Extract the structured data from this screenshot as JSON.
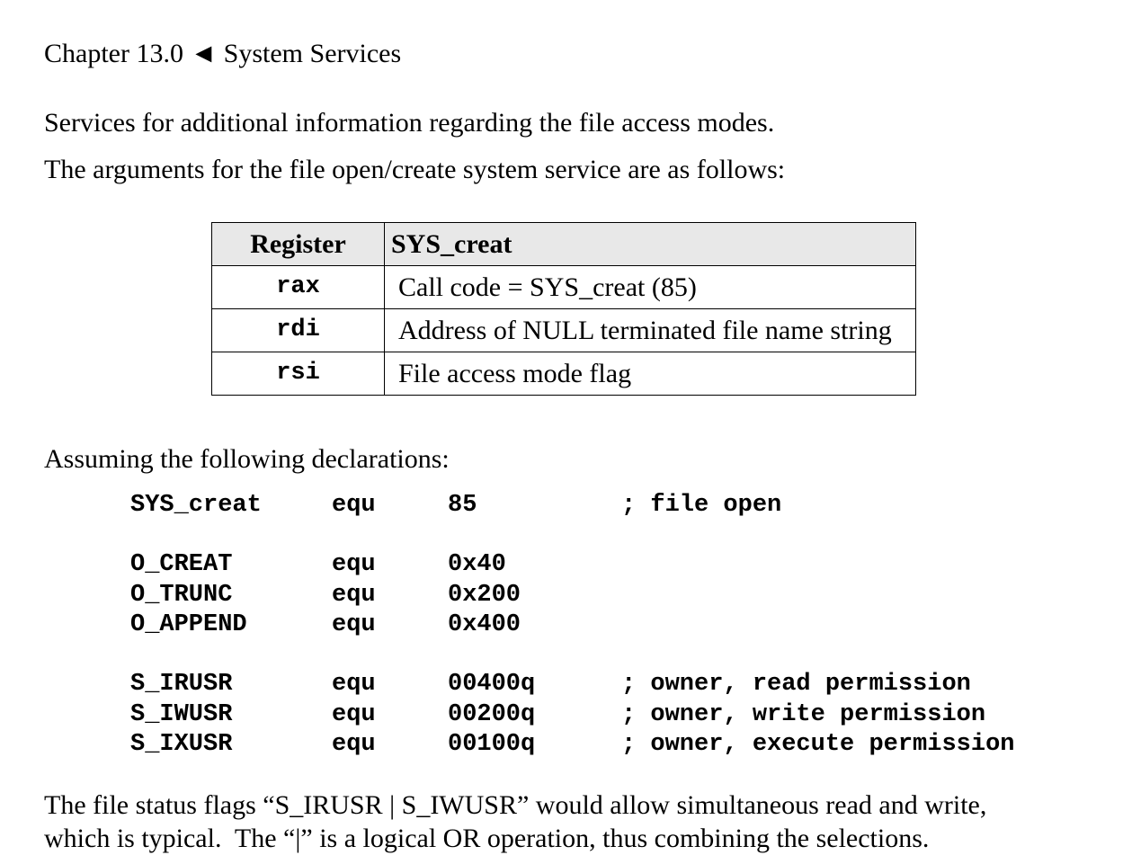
{
  "header": {
    "chapter": "Chapter 13.0",
    "arrow": "◄",
    "section": "System Services"
  },
  "paragraphs": {
    "p1": "Services for additional information regarding the file access modes.",
    "p2": "The arguments for the file open/create system service are as follows:",
    "p3": "Assuming the following declarations:",
    "p4_line1": "The file status flags “S_IRUSR | S_IWUSR” would allow simultaneous read and write,",
    "p4_line2": "which is typical.  The “|” is a logical OR operation, thus combining the selections."
  },
  "table": {
    "headers": [
      "Register",
      "SYS_creat"
    ],
    "rows": [
      {
        "register": "rax",
        "description": "Call code = SYS_creat (85)"
      },
      {
        "register": "rdi",
        "description": "Address of NULL terminated file name string"
      },
      {
        "register": "rsi",
        "description": "File access mode flag"
      }
    ]
  },
  "code": [
    {
      "name": "SYS_creat",
      "op": "equ",
      "value": "85",
      "comment": "; file open"
    },
    {
      "name": "O_CREAT",
      "op": "equ",
      "value": "0x40",
      "comment": ""
    },
    {
      "name": "O_TRUNC",
      "op": "equ",
      "value": "0x200",
      "comment": ""
    },
    {
      "name": "O_APPEND",
      "op": "equ",
      "value": "0x400",
      "comment": ""
    },
    {
      "name": "S_IRUSR",
      "op": "equ",
      "value": "00400q",
      "comment": "; owner, read permission"
    },
    {
      "name": "S_IWUSR",
      "op": "equ",
      "value": "00200q",
      "comment": "; owner, write permission"
    },
    {
      "name": "S_IXUSR",
      "op": "equ",
      "value": "00100q",
      "comment": "; owner, execute permission"
    }
  ]
}
